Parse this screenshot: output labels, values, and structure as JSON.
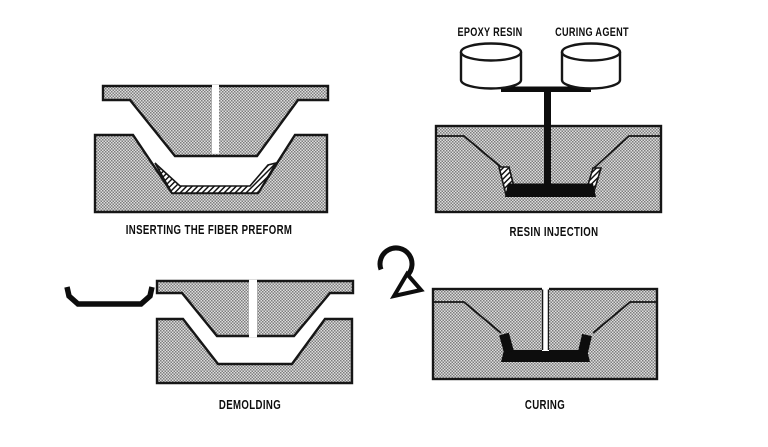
{
  "figure": {
    "colors": {
      "background": "#ffffff",
      "outline": "#161616",
      "ink": "#0d0d0d",
      "pattern_light": "#dedede",
      "pattern_dark": "#7d7d7d"
    },
    "panels": [
      {
        "id": "inserting-the-fiber-preform",
        "caption": "INSERTING THE FIBER PREFORM"
      },
      {
        "id": "resin-injection",
        "caption": "RESIN INJECTION",
        "containers": [
          {
            "label": "EPOXY RESIN"
          },
          {
            "label": "CURING AGENT"
          }
        ]
      },
      {
        "id": "demolding",
        "caption": "DEMOLDING"
      },
      {
        "id": "curing",
        "caption": "CURING"
      }
    ],
    "icons": [
      {
        "name": "rotate-arrow-icon"
      }
    ]
  }
}
